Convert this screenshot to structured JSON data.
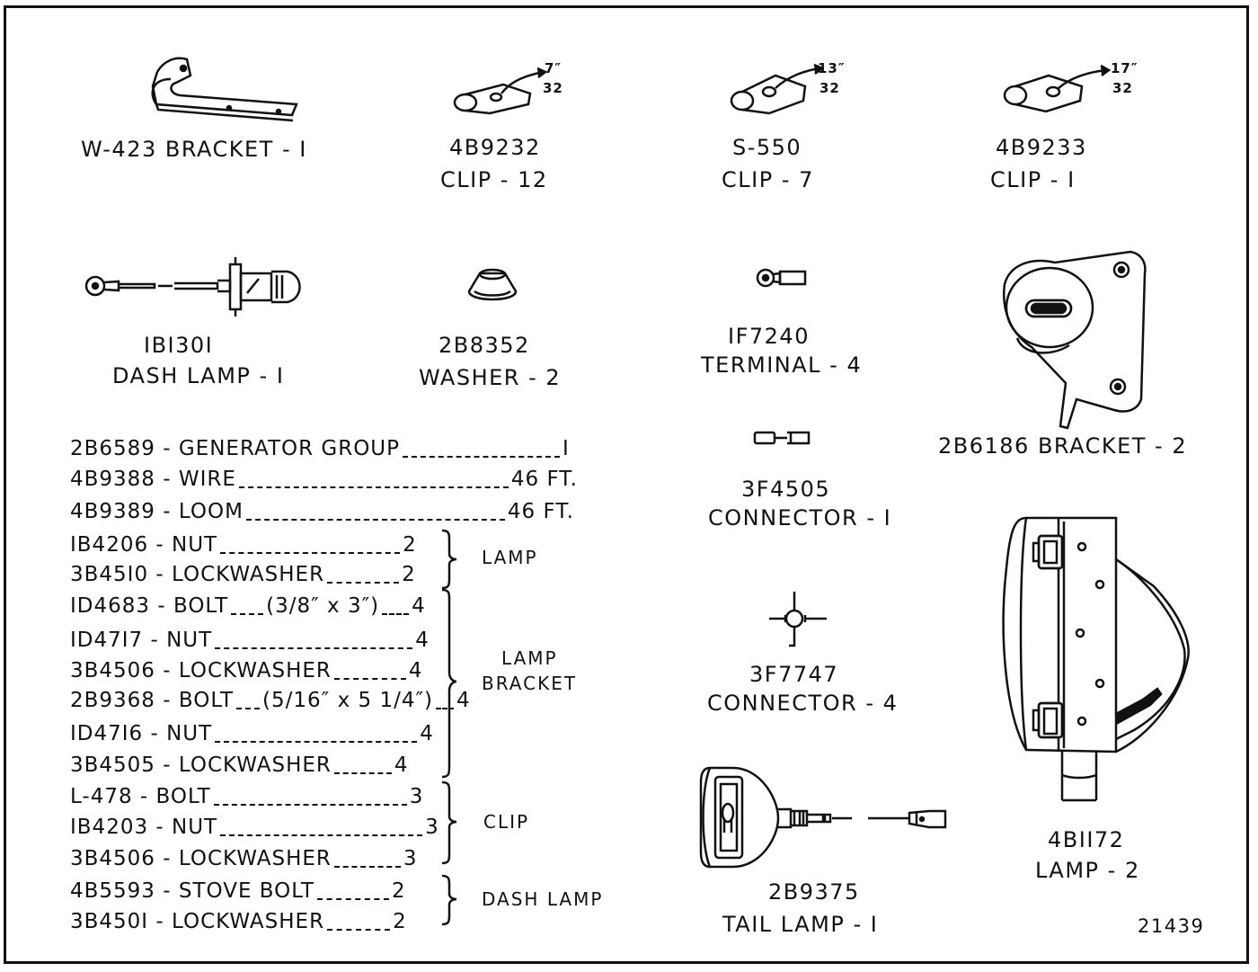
{
  "parts": {
    "w423": {
      "number": "W-423 BRACKET - I"
    },
    "clip12": {
      "number": "4B9232",
      "name": "CLIP - 12",
      "size_top": "7″",
      "size_bottom": "32"
    },
    "clip7": {
      "number": "S-550",
      "name": "CLIP - 7",
      "size_top": "13″",
      "size_bottom": "32"
    },
    "clip1": {
      "number": "4B9233",
      "name": "CLIP - I",
      "size_top": "17″",
      "size_bottom": "32"
    },
    "dash_lamp": {
      "number": "IBI30I",
      "name": "DASH LAMP - I"
    },
    "washer": {
      "number": "2B8352",
      "name": "WASHER - 2"
    },
    "terminal": {
      "number": "IF7240",
      "name": "TERMINAL - 4"
    },
    "bracket2": {
      "number": "2B6186 BRACKET - 2"
    },
    "connector1": {
      "number": "3F4505",
      "name": "CONNECTOR - I"
    },
    "connector4": {
      "number": "3F7747",
      "name": "CONNECTOR - 4"
    },
    "tail_lamp": {
      "number": "2B9375",
      "name": "TAIL LAMP - I"
    },
    "lamp2": {
      "number": "4BII72",
      "name": "LAMP - 2"
    }
  },
  "parts_list": [
    {
      "part": "2B6589 - GENERATOR GROUP",
      "qty": "I"
    },
    {
      "part": "4B9388 - WIRE",
      "qty": "46 FT."
    },
    {
      "part": "4B9389 - LOOM",
      "qty": "46 FT."
    },
    {
      "part": "IB4206 - NUT",
      "qty": "2"
    },
    {
      "part": "3B45I0 - LOCKWASHER",
      "qty": "2"
    },
    {
      "part": "ID4683 - BOLT",
      "size": "(3/8″ x 3″)",
      "qty": "4"
    },
    {
      "part": "ID47I7 - NUT",
      "qty": "4"
    },
    {
      "part": "3B4506 - LOCKWASHER",
      "qty": "4"
    },
    {
      "part": "2B9368 - BOLT",
      "size": "(5/16″ x 5 1/4″)",
      "qty": "4"
    },
    {
      "part": "ID47I6 - NUT",
      "qty": "4"
    },
    {
      "part": "3B4505 - LOCKWASHER",
      "qty": "4"
    },
    {
      "part": "L-478 - BOLT",
      "qty": "3"
    },
    {
      "part": "IB4203 - NUT",
      "qty": "3"
    },
    {
      "part": "3B4506 - LOCKWASHER",
      "qty": "3"
    },
    {
      "part": "4B5593 - STOVE BOLT",
      "qty": "2"
    },
    {
      "part": "3B450I - LOCKWASHER",
      "qty": "2"
    }
  ],
  "groups": {
    "lamp": "LAMP",
    "lamp_bracket_1": "LAMP",
    "lamp_bracket_2": "BRACKET",
    "clip": "CLIP",
    "dash_lamp": "DASH LAMP"
  },
  "drawing_number": "21439"
}
